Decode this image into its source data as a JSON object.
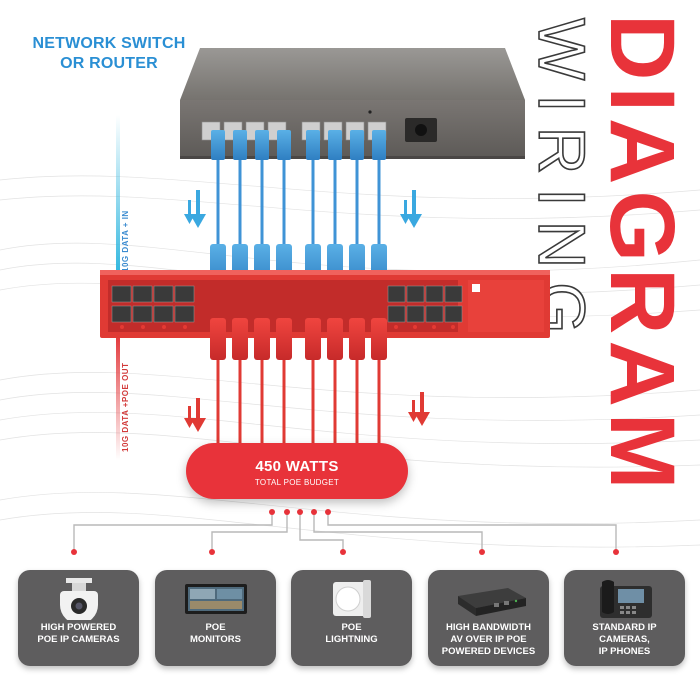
{
  "title": {
    "line1": "NETWORK SWITCH",
    "line2": "OR ROUTER"
  },
  "heading": {
    "word1": "WIRING",
    "word2": "DIAGRAM"
  },
  "side": {
    "in": "10G DATA + IN",
    "out": "10G DATA +POE OUT"
  },
  "budget": {
    "value": "450 WATTS",
    "caption": "TOTAL POE BUDGET"
  },
  "devices": [
    {
      "line1": "HIGH POWERED",
      "line2": "POE IP CAMERAS",
      "icon": "ptz-camera-icon"
    },
    {
      "line1": "POE",
      "line2": "MONITORS",
      "icon": "monitor-icon"
    },
    {
      "line1": "POE",
      "line2": "LIGHTNING",
      "icon": "poe-light-icon"
    },
    {
      "line1": "HIGH BANDWIDTH",
      "line2": "AV OVER IP POE",
      "line3": "POWERED DEVICES",
      "icon": "av-encoder-icon"
    },
    {
      "line1": "STANDARD IP",
      "line2": "CAMERAS,",
      "line3": "IP PHONES",
      "icon": "ip-phone-icon"
    }
  ],
  "colors": {
    "accent_red": "#e8333a",
    "accent_blue": "#2a8fd4",
    "card_bg": "#5e5d5e"
  }
}
